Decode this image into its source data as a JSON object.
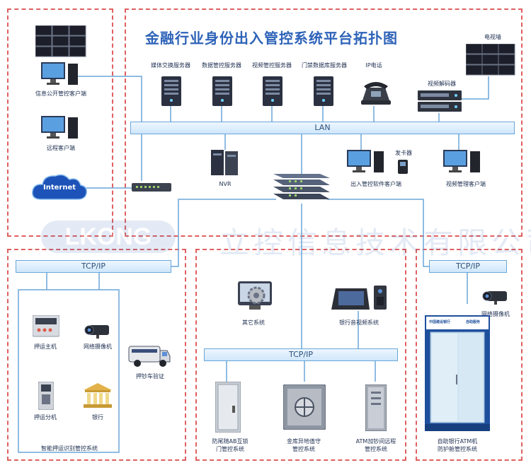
{
  "title": "金融行业身份出入管控系统平台拓扑图",
  "watermark": {
    "logo_text": "LKONG",
    "company": "立控信息技术有限公司"
  },
  "network": {
    "lan": "LAN",
    "tcpip": "TCP/IP",
    "internet": "Internet"
  },
  "servers": [
    "媒体交换服务器",
    "数据管控服务器",
    "视频管控服务器",
    "门禁数据库服务器",
    "IP电话"
  ],
  "top_left": {
    "info_client": "信息公开管控客户端",
    "remote_client": "远程客户端"
  },
  "top_right": {
    "tv_wall": "电视墙",
    "video_decoder": "视频解码器"
  },
  "middle": {
    "nvr": "NVR",
    "card_issuer": "发卡器",
    "access_client": "出入管控软件客户端",
    "video_client": "视频管理客户端"
  },
  "escort": {
    "host": "押运主机",
    "camera": "网络摄像机",
    "sub_unit": "押运分机",
    "bank": "银行",
    "truck": "押钞车验证",
    "system": "智能押运识别管控系统"
  },
  "center": {
    "other": "其它系统",
    "av": "银行音视频系统",
    "ab_door": [
      "防尾随AB互锁",
      "门管控系统"
    ],
    "vault": [
      "金库异地值守",
      "管控系统"
    ],
    "atm_room": [
      "ATM加钞间远程",
      "管控系统"
    ]
  },
  "atm": {
    "camera": "网络摄像机",
    "system": [
      "自助银行ATM机",
      "防护舱管控系统"
    ],
    "sign_left": "中国建设银行",
    "sign_right": "自助服务"
  }
}
